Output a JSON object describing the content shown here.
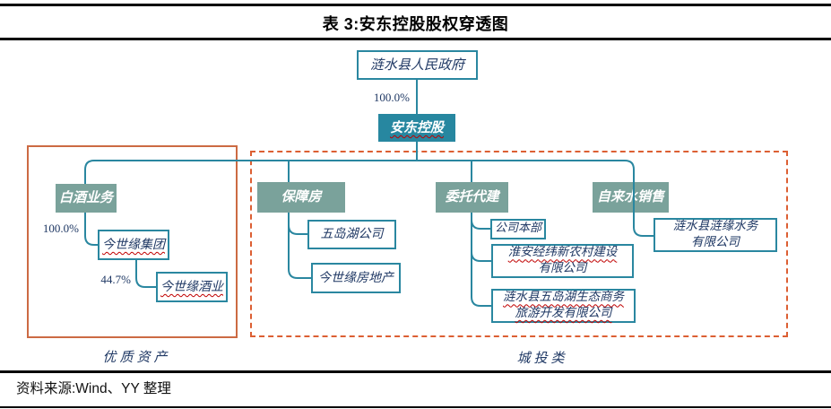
{
  "header": {
    "title": "表 3:安东控股股权穿透图"
  },
  "footer": {
    "source": "资料来源:Wind、YY 整理"
  },
  "colors": {
    "teal_line": "#2A87A0",
    "teal_fill": "#2787A0",
    "sage_fill": "#7AA29B",
    "navy_text": "#1F3864",
    "solid_frame_orange": "#CC6A43",
    "dashed_frame_orange": "#DC5F33",
    "spellcheck_red": "#C00000"
  },
  "chart": {
    "root": {
      "label": "涟水县人民政府"
    },
    "edge_root_to_holding": "100.0%",
    "holding": {
      "label": "安东控股"
    },
    "quality_group": {
      "caption": "优质资产",
      "category": "白酒业务",
      "edge_to_group": "100.0%",
      "group_co": "今世缘集团",
      "edge_to_liquor": "44.7%",
      "liquor_co": "今世缘酒业"
    },
    "urban_group": {
      "caption": "城投类",
      "branches": [
        {
          "category": "保障房",
          "children": [
            {
              "lines": [
                "五岛湖公司"
              ]
            },
            {
              "lines": [
                "今世缘房地产"
              ]
            }
          ]
        },
        {
          "category": "委托代建",
          "children": [
            {
              "lines": [
                "公司本部"
              ]
            },
            {
              "lines": [
                "淮安经纬新农村建设",
                "有限公司"
              ]
            },
            {
              "lines": [
                "涟水县五岛湖生态商务",
                "旅游开发有限公司"
              ]
            }
          ]
        },
        {
          "category": "自来水销售",
          "children": [
            {
              "lines": [
                "涟水县涟缘水务",
                "有限公司"
              ]
            }
          ]
        }
      ]
    }
  }
}
